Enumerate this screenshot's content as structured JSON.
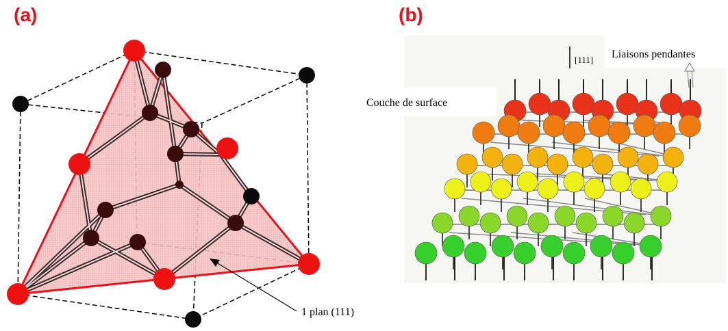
{
  "panels": {
    "a": {
      "label": "(a)"
    },
    "b": {
      "label": "(b)"
    }
  },
  "annotations": {
    "plane_label": "1 plan (111)",
    "direction_label": "[111]",
    "dangling_bonds_label": "Liaisons pendantes",
    "surface_layer_label": "Couche de surface"
  },
  "colors": {
    "panel_label": "#e8121b",
    "plane_fill": "#f4b6b6",
    "plane_edge": "#e8121b",
    "corner_atom": "#ee1111",
    "interior_atom": "#3a0b0b",
    "cube_atom": "#0a0a0a",
    "layer_colors": [
      "#e8321a",
      "#f07b10",
      "#f3b20d",
      "#eef01a",
      "#8ad62a",
      "#36cf2c"
    ]
  }
}
